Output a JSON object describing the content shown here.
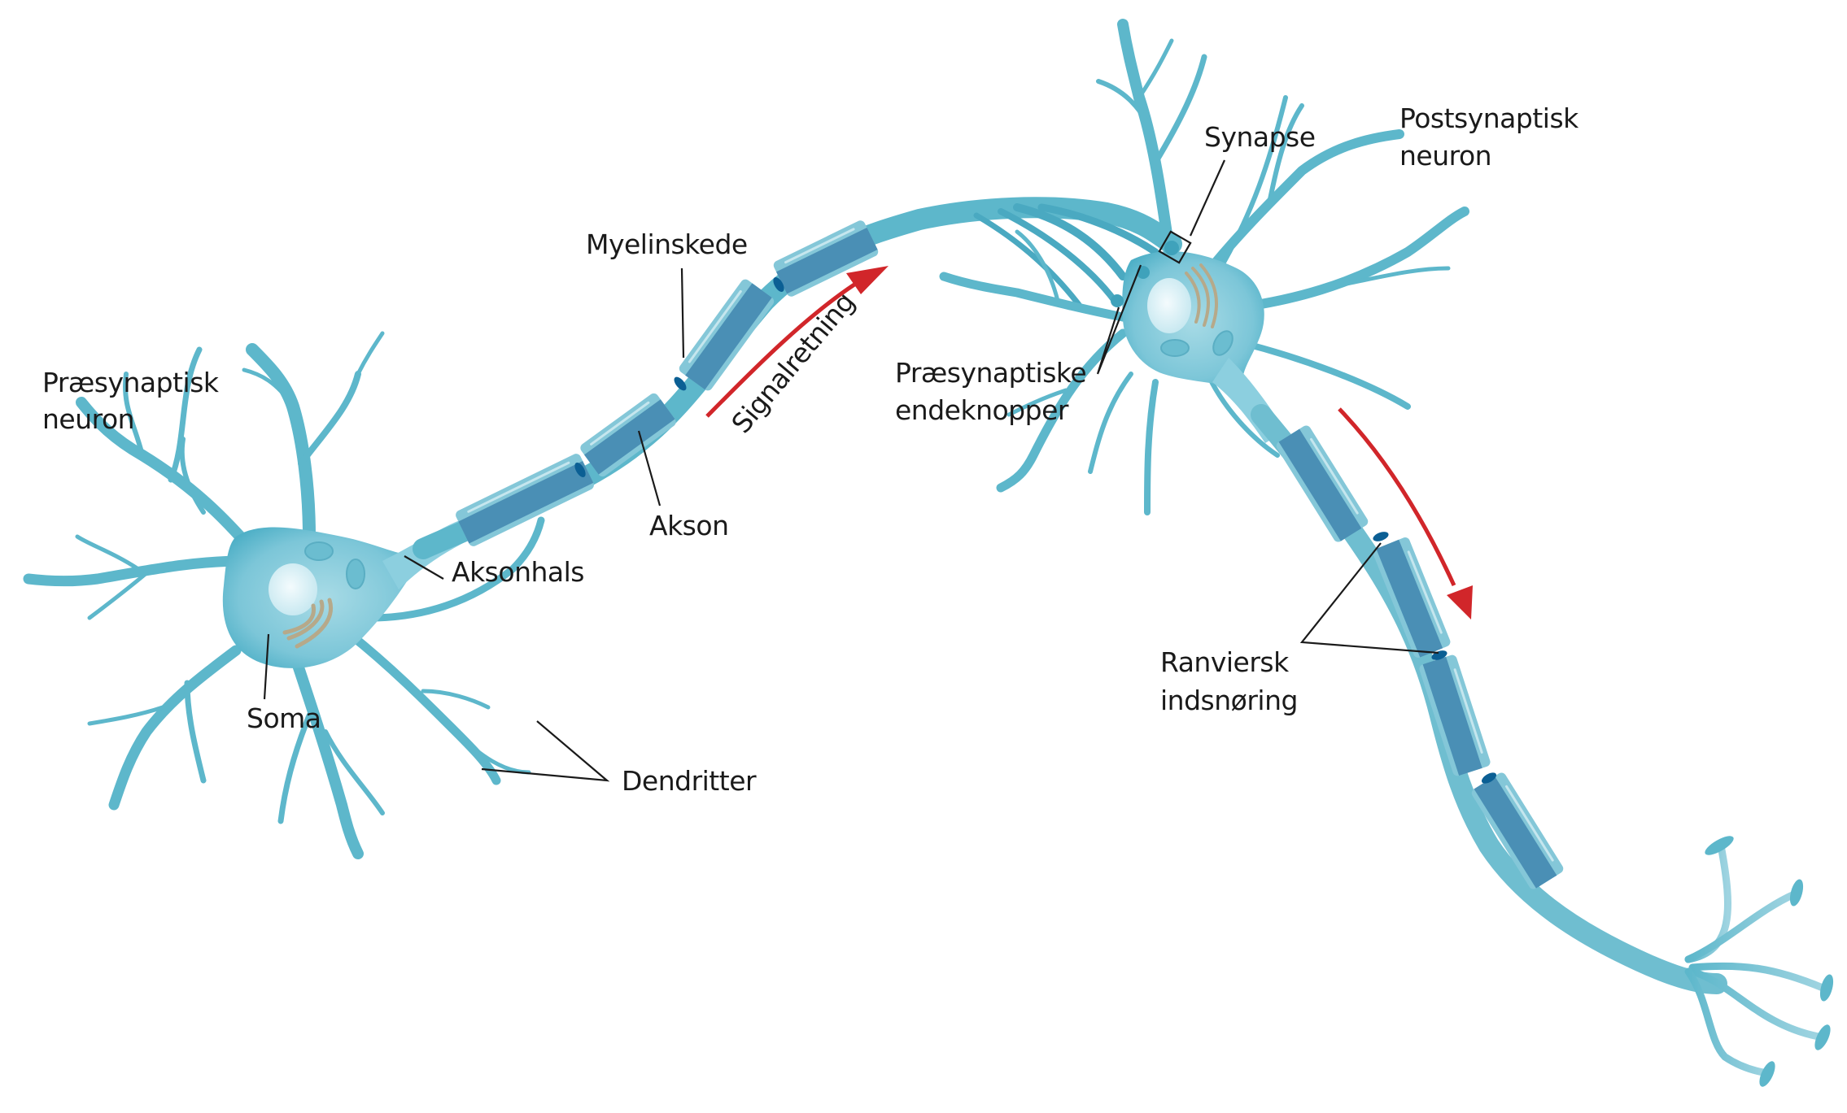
{
  "title": "Neuron anatomy diagram: presynaptic and postsynaptic neuron",
  "colors": {
    "cytoplasm": "#5db7cb",
    "cytoplasm_light": "#9ad3e0",
    "nucleus": "#e6f4f9",
    "myelin_core": "#4a8fb5",
    "myelin_sheath": "#84c7d8",
    "node_of_ranvier": "#0b5f94",
    "golgi": "#b6a98a",
    "signal_arrow": "#d1262a",
    "label_text": "#1a1a1a"
  },
  "labels": {
    "presynaptic_neuron": [
      "Præsynaptisk",
      "neuron"
    ],
    "soma": "Soma",
    "axon_hillock": "Aksonhals",
    "dendrites": "Dendritter",
    "axon": "Akson",
    "myelin_sheath": "Myelinskede",
    "signal_direction": "Signalretning",
    "synapse": "Synapse",
    "postsynaptic_neuron": [
      "Postsynaptisk",
      "neuron"
    ],
    "presynaptic_terminals": [
      "Præsynaptiske",
      "endeknopper"
    ],
    "node_of_ranvier": [
      "Ranviersk",
      "indsnøring"
    ]
  },
  "icons": {
    "signal_arrow_upper": "red-curved-arrow-right",
    "signal_arrow_lower": "red-curved-arrow-down",
    "synapse_marker": "square-outline"
  }
}
